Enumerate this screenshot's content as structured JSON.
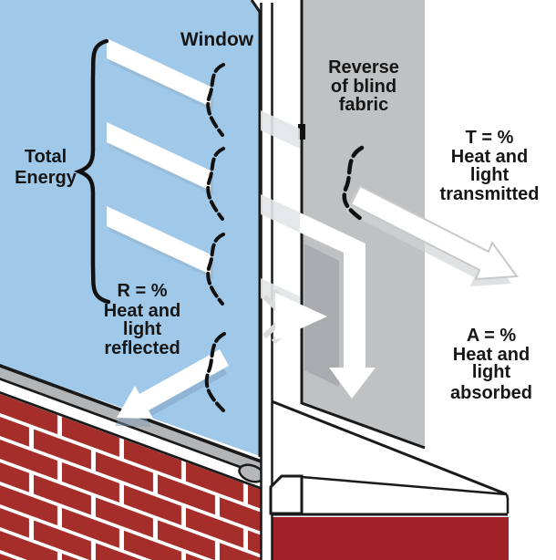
{
  "labels": {
    "window": "Window",
    "total_energy": {
      "l1": "Total",
      "l2": "Energy"
    },
    "blind": {
      "l1": "Reverse",
      "l2": "of blind",
      "l3": "fabric"
    },
    "transmitted": {
      "l1": "T = %",
      "l2": "Heat and",
      "l3": "light",
      "l4": "transmitted"
    },
    "reflected": {
      "l1": "R = %",
      "l2": "Heat and",
      "l3": "light",
      "l4": "reflected"
    },
    "absorbed": {
      "l1": "A = %",
      "l2": "Heat and",
      "l3": "light",
      "l4": "absorbed"
    }
  },
  "colors": {
    "pane_blue": "#9fc8e9",
    "blind_gray": "#bfc1c3",
    "blind_shadow": "#a9abae",
    "sill_gray": "#b2b4b6",
    "foot_gray": "#b5b7ba",
    "brick_red": "#a52e2b",
    "interior_red": "#a02127",
    "ghost_gray": "#e3e6e8",
    "outline_black": "#1a1a1a",
    "arrow_white": "#ffffff"
  }
}
